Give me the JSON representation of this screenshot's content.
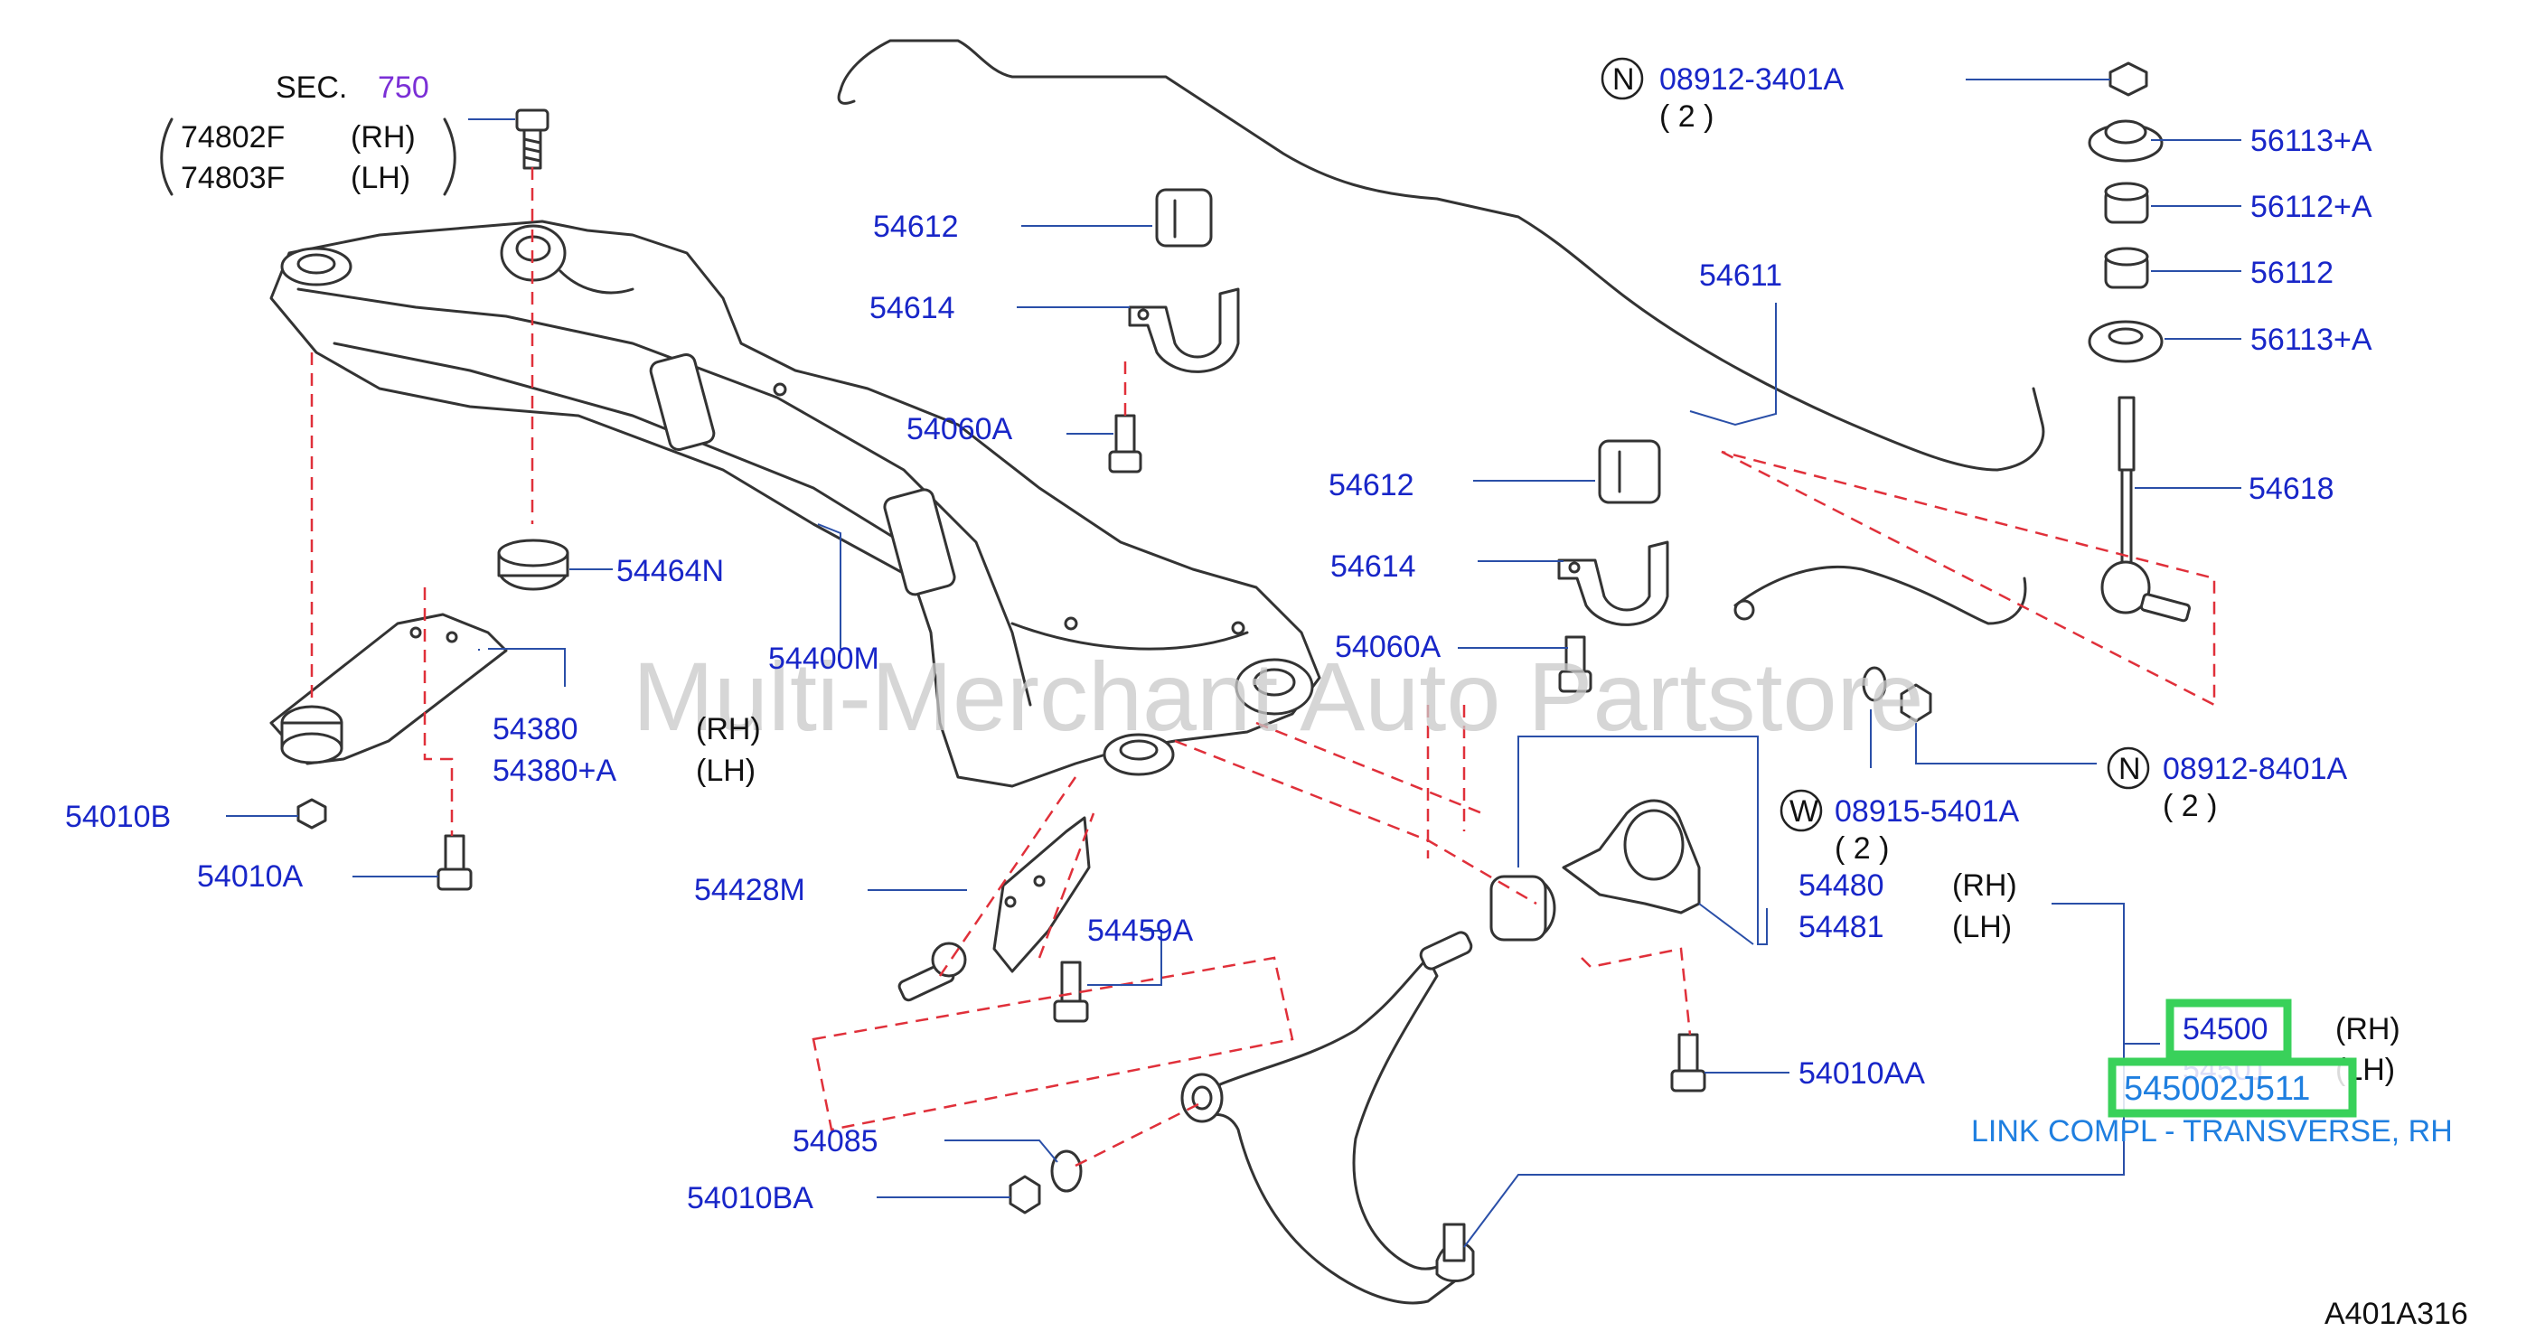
{
  "watermark": "Multi-Merchant Auto Partstore",
  "diagram_code": "A401A316",
  "section": {
    "prefix": "SEC.",
    "number": "750"
  },
  "bolt_refs": [
    {
      "code": "74802F",
      "side": "(RH)"
    },
    {
      "code": "74803F",
      "side": "(LH)"
    }
  ],
  "labels": {
    "p54612a": "54612",
    "p54614a": "54614",
    "p54060Aa": "54060A",
    "p54612b": "54612",
    "p54614b": "54614",
    "p54060Ab": "54060A",
    "p54611": "54611",
    "p54464N": "54464N",
    "p54400M": "54400M",
    "p54380": "54380",
    "p54380A": "54380+A",
    "p54010B": "54010B",
    "p54010A": "54010A",
    "p54428M": "54428M",
    "p54459A": "54459A",
    "p54085": "54085",
    "p54010BA": "54010BA",
    "p54480": "54480",
    "p54481": "54481",
    "p54010AA": "54010AA",
    "p56113a": "56113+A",
    "p56112A": "56112+A",
    "p56112": "56112",
    "p56113b": "56113+A",
    "p54618": "54618",
    "p08912_3401A": "08912-3401A",
    "p08912_8401A": "08912-8401A",
    "p08915_5401A": "08915-5401A",
    "p54500": "54500",
    "p54501": "54501"
  },
  "side_labels": {
    "rh": "(RH)",
    "lh": "(LH)"
  },
  "qty": {
    "q1": "( 2 )",
    "q2": "( 2 )",
    "q3": "( 2 )"
  },
  "markers": {
    "n1": "N",
    "n2": "N",
    "w1": "W"
  },
  "highlight": {
    "part_number": "545002J511",
    "description": "LINK COMPL - TRANSVERSE, RH",
    "box_color": "#39d15a"
  }
}
